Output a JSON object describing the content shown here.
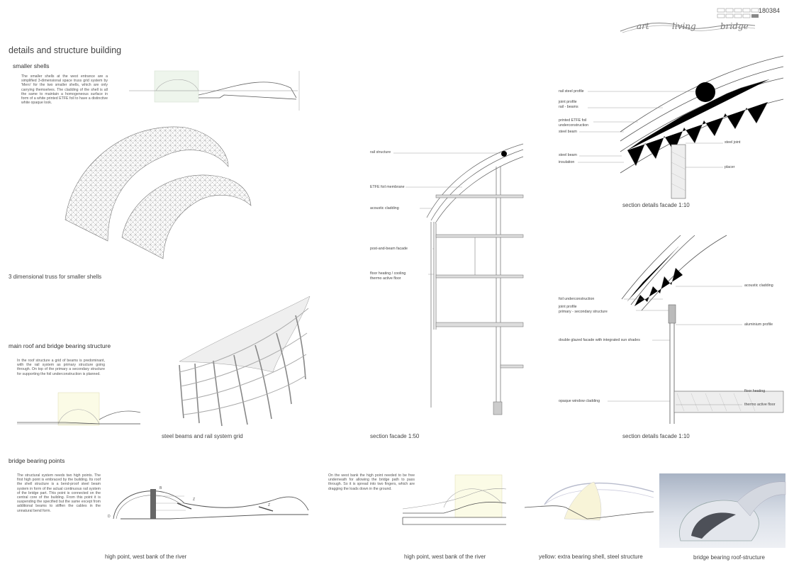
{
  "header": {
    "project_id": "180384",
    "logo_words": [
      "art",
      "living",
      "bridge"
    ]
  },
  "page_title": "details and structure building",
  "smaller_shells": {
    "heading": "smaller shells",
    "text": "The smaller shells at the west entrance are a simplified 3-dimensional space truss grid system by 'Mero' for the two smaller shells, which are only carrying themselves. The cladding of the shell is all the same to maintain a homogeneous surface in form of a white printed ETFE foil to have a distinctive white opaque look.",
    "caption": "3 dimensional truss for smaller shells"
  },
  "main_roof": {
    "heading": "main roof and bridge bearing structure",
    "text": "In the roof structure a grid of beams is predominant, with the rail system as primary structure going through. On top of the primary a secondary structure for supporting the foil underconstruction is planned.",
    "caption": "steel beams and rail system grid"
  },
  "section_facade": {
    "caption": "section facade 1:50",
    "labels": [
      "rail structure",
      "ETFE foil membrane",
      "acoustic cladding",
      "post-and-beam facade",
      "floor heating / cooling",
      "thermo active floor"
    ]
  },
  "detail_top": {
    "caption": "section details facade 1:10",
    "labels_left": [
      "rail steel profile",
      "joint profile",
      "rail - beams",
      "printed ETFE foil",
      "underconstruction",
      "steel beam",
      "steel beam",
      "insulation"
    ],
    "labels_right": [
      "steel joint",
      "placer"
    ]
  },
  "detail_bottom": {
    "caption": "section details facade 1:10",
    "labels_left": [
      "foil underconstruction",
      "joint profile",
      "primary - secondary structure",
      "double glazed facade with integrated sun shades",
      "opaque window cladding"
    ],
    "labels_right": [
      "acoustic cladding",
      "aluminium profile",
      "floor heating",
      "thermo active floor"
    ]
  },
  "bridge_points": {
    "heading": "bridge bearing points",
    "text_left": "The structural system needs two high points. The first high point is embraced by the building. Its roof the shell structure is a bend-proof steel beam system in form of the actual continuous rail system of the bridge part. This point is connected on the central core of the building. From this point it is suspending the specified but the same except from additional beams to stiffen the cables in the unnatural bend form.",
    "text_right": "On the west bank the high point needed to be free underneath for allowing the bridge path to pass through. So it is spread into two fingers, which are dragging the loads down in the ground.",
    "captions": [
      "high point, west bank of the river",
      "high point, west bank of the river",
      "yellow: extra bearing shell, steel structure",
      "bridge bearing roof-structure"
    ]
  }
}
